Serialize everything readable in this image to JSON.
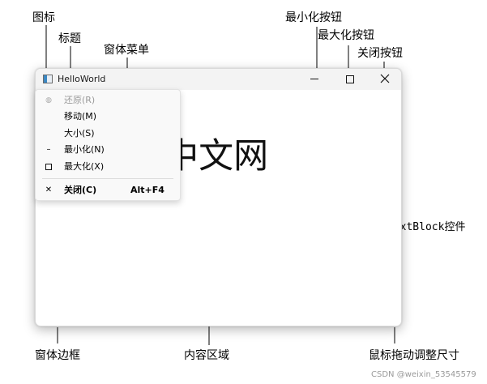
{
  "annotations": {
    "icon": "图标",
    "title": "标题",
    "system_menu": "窗体菜单",
    "minimize_button": "最小化按钮",
    "maximize_button": "最大化按钮",
    "close_button": "关闭按钮",
    "textblock": "TextBlock控件",
    "window_border": "窗体边框",
    "content_area": "内容区域",
    "resize_grip": "鼠标拖动调整尺寸"
  },
  "window": {
    "title": "HelloWorld",
    "content_text": "WPF中文网"
  },
  "system_menu": {
    "items": [
      {
        "label": "还原(R)",
        "icon": "restore-icon",
        "disabled": true
      },
      {
        "label": "移动(M)",
        "icon": "",
        "disabled": false
      },
      {
        "label": "大小(S)",
        "icon": "",
        "disabled": false
      },
      {
        "label": "最小化(N)",
        "icon": "minimize-icon",
        "disabled": false
      },
      {
        "label": "最大化(X)",
        "icon": "maximize-icon",
        "disabled": false
      },
      {
        "label": "关闭(C)",
        "icon": "close-icon",
        "shortcut": "Alt+F4",
        "disabled": false
      }
    ]
  },
  "watermark": "CSDN @weixin_53545579"
}
